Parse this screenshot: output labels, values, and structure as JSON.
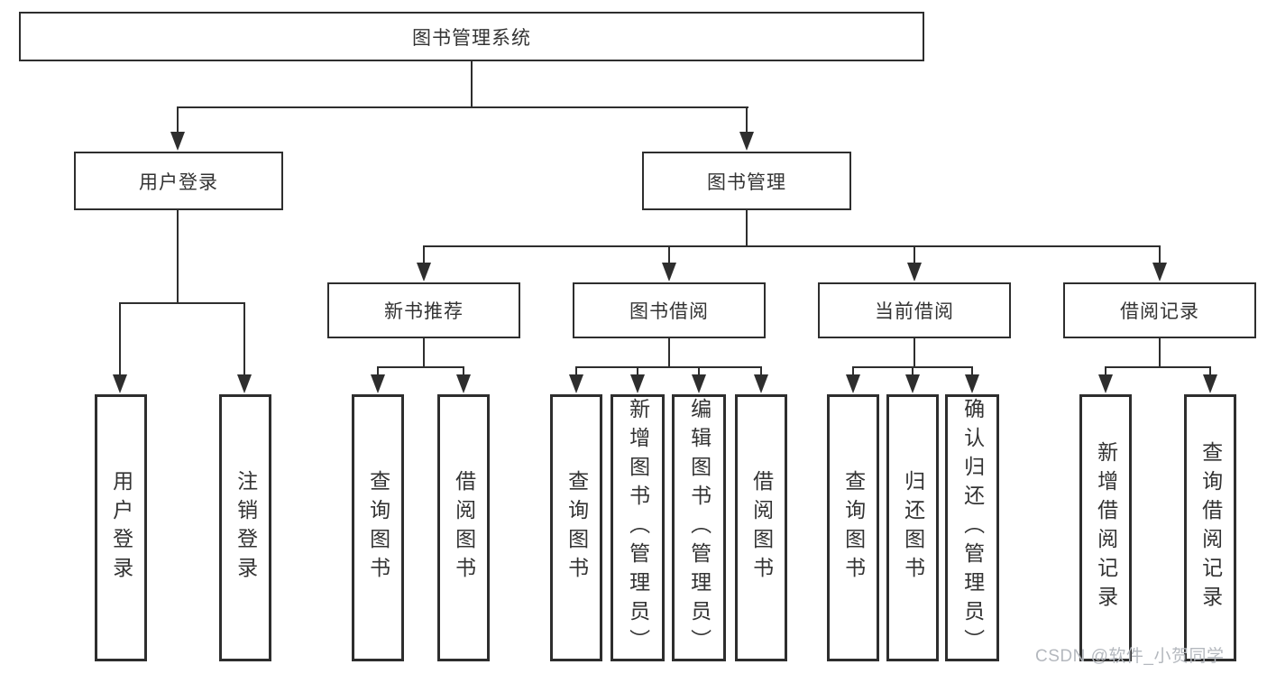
{
  "title": "图书管理系统",
  "level2": {
    "user_login": "用户登录",
    "book_mgmt": "图书管理"
  },
  "level3": {
    "new_books": "新书推荐",
    "borrow": "图书借阅",
    "current": "当前借阅",
    "records": "借阅记录"
  },
  "leaves": {
    "login": [
      "用户登录",
      "注销登录"
    ],
    "new_books": [
      "查询图书",
      "借阅图书"
    ],
    "borrow": [
      "查询图书",
      "新增图书（管理员）",
      "编辑图书（管理员）",
      "借阅图书"
    ],
    "current": [
      "查询图书",
      "归还图书",
      "确认归还（管理员）"
    ],
    "records": [
      "新增借阅记录",
      "查询借阅记录"
    ]
  },
  "watermark": "CSDN @软件_小贺同学",
  "colors": {
    "line": "#2e2e2e",
    "text": "#333333",
    "watermark": "#b4b8be",
    "background": "#ffffff"
  }
}
